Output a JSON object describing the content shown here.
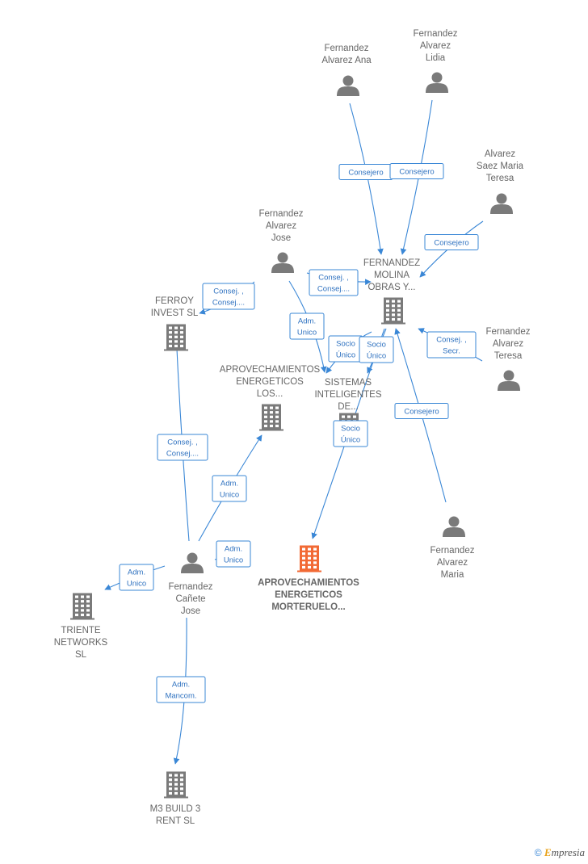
{
  "colors": {
    "edge": "#3a87d6",
    "node_gray": "#7a7a7a",
    "main_company": "#f26a35"
  },
  "nodes": [
    {
      "id": "ana",
      "type": "person",
      "lines": [
        "Fernandez",
        "Alvarez Ana"
      ]
    },
    {
      "id": "lidia",
      "type": "person",
      "lines": [
        "Fernandez",
        "Alvarez",
        "Lidia"
      ]
    },
    {
      "id": "saez",
      "type": "person",
      "lines": [
        "Alvarez",
        "Saez Maria",
        "Teresa"
      ]
    },
    {
      "id": "jose_fa",
      "type": "person",
      "lines": [
        "Fernandez",
        "Alvarez",
        "Jose"
      ]
    },
    {
      "id": "fmolina",
      "type": "company",
      "lines": [
        "FERNANDEZ",
        "MOLINA",
        "OBRAS Y..."
      ]
    },
    {
      "id": "teresa",
      "type": "person",
      "lines": [
        "Fernandez",
        "Alvarez",
        "Teresa"
      ]
    },
    {
      "id": "ferroy",
      "type": "company",
      "lines": [
        "FERROY",
        "INVEST  SL"
      ]
    },
    {
      "id": "aprolos",
      "type": "company",
      "lines": [
        "APROVECHAMIENTOS",
        "ENERGETICOS",
        "LOS..."
      ]
    },
    {
      "id": "sistemas",
      "type": "company",
      "lines": [
        "SISTEMAS",
        "INTELIGENTES",
        "DE..."
      ]
    },
    {
      "id": "maria",
      "type": "person",
      "lines": [
        "Fernandez",
        "Alvarez",
        "Maria"
      ]
    },
    {
      "id": "canete",
      "type": "person",
      "lines": [
        "Fernandez",
        "Cañete",
        "Jose"
      ]
    },
    {
      "id": "main",
      "type": "main-company",
      "lines": [
        "APROVECHAMIENTOS",
        "ENERGETICOS",
        "MORTERUELO..."
      ]
    },
    {
      "id": "triente",
      "type": "company",
      "lines": [
        "TRIENTE",
        "NETWORKS",
        "SL"
      ]
    },
    {
      "id": "m3",
      "type": "company",
      "lines": [
        "M3 BUILD 3",
        "RENT  SL"
      ]
    }
  ],
  "edges": [
    {
      "from": "ana",
      "to": "fmolina",
      "lines": [
        "Consejero"
      ]
    },
    {
      "from": "lidia",
      "to": "fmolina",
      "lines": [
        "Consejero"
      ]
    },
    {
      "from": "saez",
      "to": "fmolina",
      "lines": [
        "Consejero"
      ]
    },
    {
      "from": "jose_fa",
      "to": "fmolina",
      "lines": [
        "Consej. ,",
        "Consej...."
      ]
    },
    {
      "from": "jose_fa",
      "to": "ferroy",
      "lines": [
        "Consej. ,",
        "Consej...."
      ]
    },
    {
      "from": "jose_fa",
      "to": "sistemas",
      "lines": [
        "Adm.",
        "Unico"
      ]
    },
    {
      "from": "teresa",
      "to": "fmolina",
      "lines": [
        "Consej. ,",
        "Secr."
      ]
    },
    {
      "from": "maria",
      "to": "fmolina",
      "lines": [
        "Consejero"
      ]
    },
    {
      "from": "fmolina",
      "to": "sistemas",
      "lines": [
        "Socio",
        "Único"
      ]
    },
    {
      "from": "fmolina",
      "to": "sistemas",
      "lines": [
        "Socio",
        "Único"
      ]
    },
    {
      "from": "fmolina",
      "to": "main",
      "lines": [
        "Socio",
        "Único"
      ]
    },
    {
      "from": "canete",
      "to": "ferroy",
      "lines": [
        "Consej. ,",
        "Consej...."
      ]
    },
    {
      "from": "canete",
      "to": "aprolos",
      "lines": [
        "Adm.",
        "Unico"
      ]
    },
    {
      "from": "canete",
      "to": "main",
      "lines": [
        "Adm.",
        "Unico"
      ]
    },
    {
      "from": "canete",
      "to": "triente",
      "lines": [
        "Adm.",
        "Unico"
      ]
    },
    {
      "from": "canete",
      "to": "m3",
      "lines": [
        "Adm.",
        "Mancom."
      ]
    }
  ],
  "watermark": {
    "copyright": "©",
    "brand_initial": "E",
    "brand_rest": "mpresia"
  }
}
